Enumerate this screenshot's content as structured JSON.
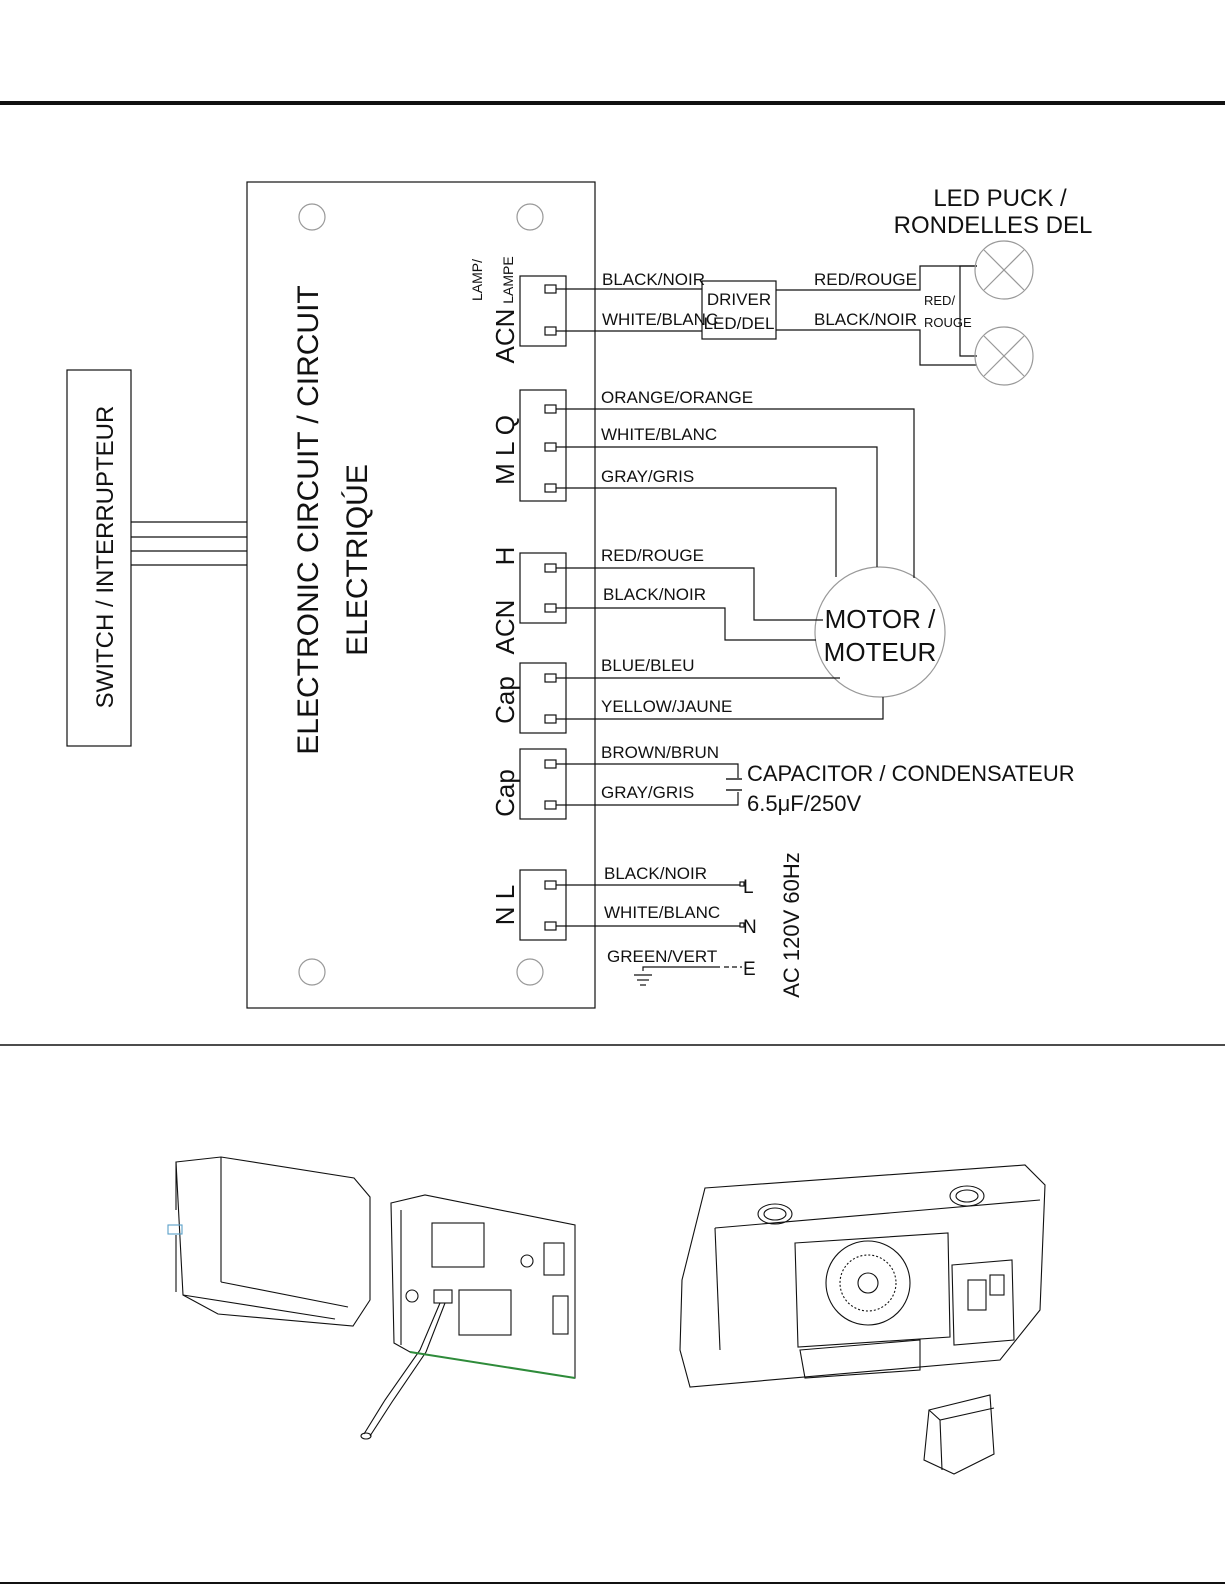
{
  "colors": {
    "line": "#111111",
    "paper": "#ffffff",
    "hole": "#999999",
    "green_wire": "#2e8b3a"
  },
  "switch_label": "SWITCH / INTERRUPTEUR",
  "board": {
    "line1": "ELECTRONIC CIRCUIT / CIRCUIT",
    "line2": "ELECTRIQÚE"
  },
  "connectors": {
    "lamp": {
      "label_top_1": "LAMP/",
      "label_top_2": "LAMPE",
      "label_bottom": "ACN"
    },
    "speed": {
      "label": "M L Q"
    },
    "high": {
      "label_top": "H",
      "label_bottom": "ACN"
    },
    "cap1": {
      "label": "Cap"
    },
    "cap2": {
      "label": "Cap"
    },
    "power": {
      "label": "N L"
    }
  },
  "wires": {
    "lamp_black": "BLACK/NOIR",
    "lamp_white": "WHITE/BLANC",
    "led_red": "RED/ROUGE",
    "led_black": "BLACK/NOIR",
    "puck_link_1": "RED/",
    "puck_link_2": "ROUGE",
    "orange": "ORANGE/ORANGE",
    "speed_white": "WHITE/BLANC",
    "speed_gray": "GRAY/GRIS",
    "high_red": "RED/ROUGE",
    "high_black": "BLACK/NOIR",
    "blue": "BLUE/BLEU",
    "yellow": "YELLOW/JAUNE",
    "brown": "BROWN/BRUN",
    "cap_gray": "GRAY/GRIS",
    "power_black": "BLACK/NOIR",
    "power_white": "WHITE/BLANC",
    "green": "GREEN/VERT"
  },
  "driver": {
    "line1": "DRIVER",
    "line2": "LED/DEL"
  },
  "led_puck": {
    "line1": "LED PUCK /",
    "line2": "RONDELLES DEL"
  },
  "motor": {
    "line1": "MOTOR /",
    "line2": "MOTEUR"
  },
  "capacitor": {
    "line1": "CAPACITOR / CONDENSATEUR",
    "line2": "6.5μF/250V"
  },
  "terminals": {
    "L": "L",
    "N": "N",
    "E": "E"
  },
  "supply": "AC 120V 60Hz"
}
